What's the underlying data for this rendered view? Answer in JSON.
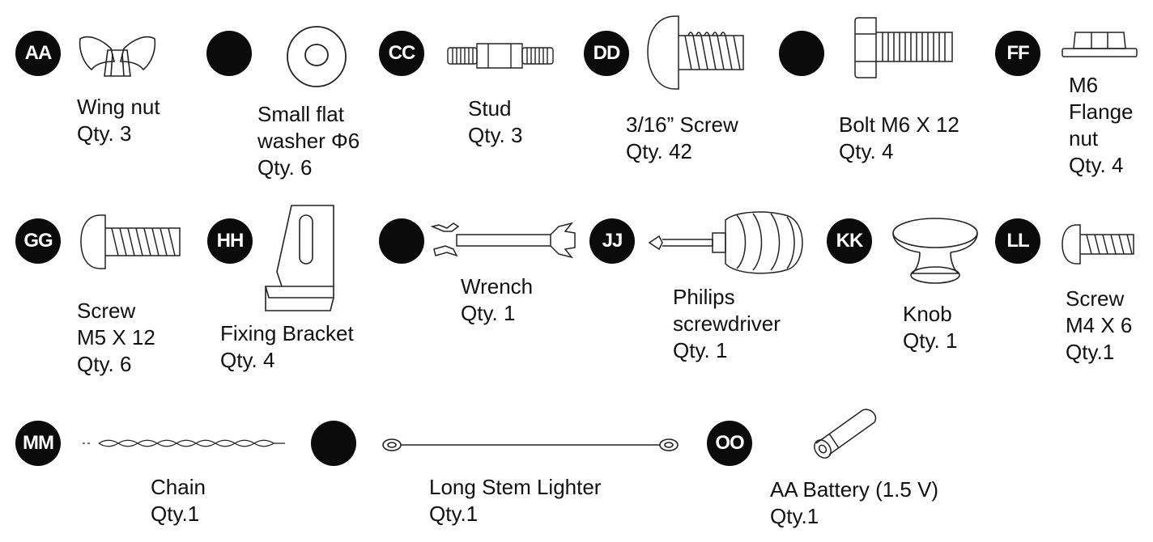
{
  "parts": [
    {
      "code": "AA",
      "lines": [
        "Wing nut",
        " Qty. 3"
      ]
    },
    {
      "code": "",
      "lines": [
        "Small flat",
        "washer Φ6",
        " Qty. 6"
      ]
    },
    {
      "code": "CC",
      "lines": [
        "Stud",
        "Qty. 3"
      ]
    },
    {
      "code": "DD",
      "lines": [
        "3/16” Screw",
        "Qty. 42"
      ]
    },
    {
      "code": "",
      "lines": [
        "Bolt M6 X 12",
        "Qty. 4"
      ]
    },
    {
      "code": "FF",
      "lines": [
        "M6",
        "Flange",
        "nut",
        "Qty. 4"
      ]
    },
    {
      "code": "GG",
      "lines": [
        "Screw",
        "M5 X 12",
        "Qty. 6"
      ]
    },
    {
      "code": "HH",
      "lines": [
        "Fixing Bracket",
        "Qty. 4"
      ]
    },
    {
      "code": "",
      "lines": [
        "Wrench",
        " Qty. 1"
      ]
    },
    {
      "code": "JJ",
      "lines": [
        "Philips",
        "screwdriver",
        "Qty. 1"
      ]
    },
    {
      "code": "KK",
      "lines": [
        "Knob",
        "Qty. 1"
      ]
    },
    {
      "code": "LL",
      "lines": [
        "Screw",
        "M4 X 6",
        "Qty.1"
      ]
    },
    {
      "code": "MM",
      "lines": [
        "Chain",
        "Qty.1"
      ]
    },
    {
      "code": "",
      "lines": [
        "Long Stem Lighter",
        "Qty.1"
      ]
    },
    {
      "code": "OO",
      "lines": [
        "AA Battery (1.5 V)",
        "Qty.1"
      ]
    }
  ],
  "icons": [
    "wing-nut",
    "flat-washer",
    "stud",
    "screw-3-16",
    "bolt-m6",
    "flange-nut",
    "screw-m5",
    "fixing-bracket",
    "wrench",
    "phillips-screwdriver",
    "knob",
    "screw-m4",
    "chain",
    "long-stem-lighter",
    "aa-battery"
  ]
}
